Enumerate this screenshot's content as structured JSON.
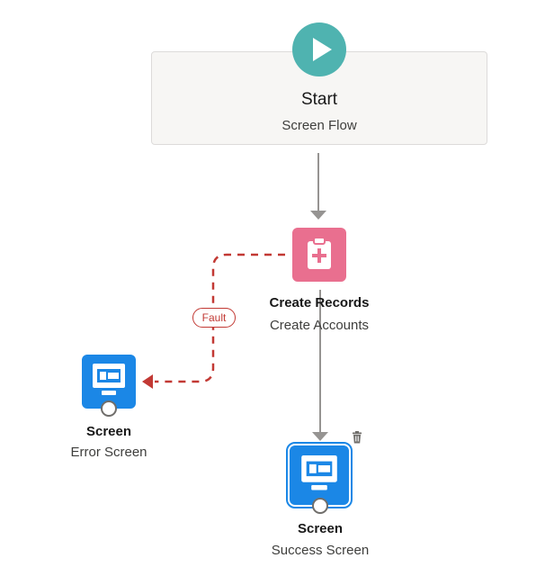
{
  "start": {
    "title": "Start",
    "subtitle": "Screen Flow",
    "icon": "play-icon",
    "color": "#4fb3b0"
  },
  "create_records": {
    "title": "Create Records",
    "subtitle": "Create Accounts",
    "icon": "clipboard-plus-icon",
    "color": "#e96f8f"
  },
  "fault_path": {
    "label": "Fault",
    "color": "#c23934"
  },
  "error_screen": {
    "title": "Screen",
    "subtitle": "Error Screen",
    "icon": "screen-icon",
    "color": "#1b87e6"
  },
  "success_screen": {
    "title": "Screen",
    "subtitle": "Success Screen",
    "icon": "screen-icon",
    "color": "#1b87e6",
    "selected": true,
    "action_icon": "trash-icon"
  },
  "connector_color": "#969492"
}
